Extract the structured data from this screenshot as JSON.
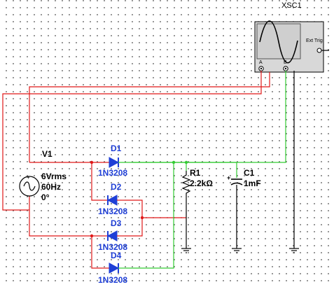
{
  "oscilloscope": {
    "name": "XSC1",
    "ext_trig": "Ext Trig",
    "channel_a": "A",
    "channel_b": "B",
    "plus": "+",
    "minus": "_"
  },
  "source": {
    "name": "V1",
    "amplitude": "6Vrms",
    "frequency": "60Hz",
    "phase": "0°"
  },
  "diodes": [
    {
      "name": "D1",
      "model": "1N3208"
    },
    {
      "name": "D2",
      "model": "1N3208"
    },
    {
      "name": "D3",
      "model": "1N3208"
    },
    {
      "name": "D4",
      "model": "1N3208"
    }
  ],
  "resistor": {
    "name": "R1",
    "value": "2.2kΩ"
  },
  "capacitor": {
    "name": "C1",
    "value": "1mF"
  },
  "colors": {
    "wire_red": "#e01818",
    "wire_green": "#33cc33",
    "component_blue": "#1f3fd6",
    "scope_body": "#d8d8d8",
    "scope_screen": "#d0d0d0"
  }
}
